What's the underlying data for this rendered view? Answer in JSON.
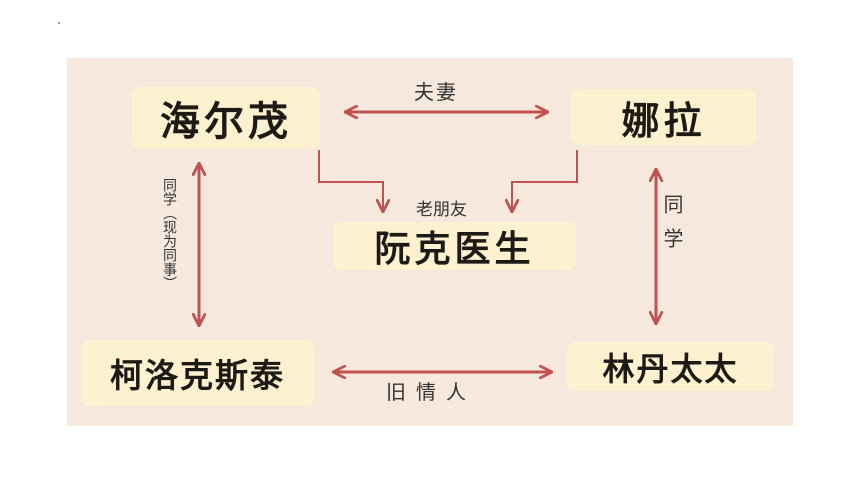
{
  "nodes": {
    "haier_mao": "海尔茂",
    "nala": "娜拉",
    "ruanke": "阮克医生",
    "keluokesitai": "柯洛克斯泰",
    "linden": "林丹太太"
  },
  "relations": {
    "fuqi": "夫妻",
    "laopengyou": "老朋友",
    "tongxue_xianwei": "同学（现为同事）",
    "tongxue": "同学",
    "jiuqingren": "旧情人"
  },
  "colors": {
    "arrow": "#c0524f",
    "panel": "#f6e8dd",
    "node": "#fdf1cf"
  }
}
